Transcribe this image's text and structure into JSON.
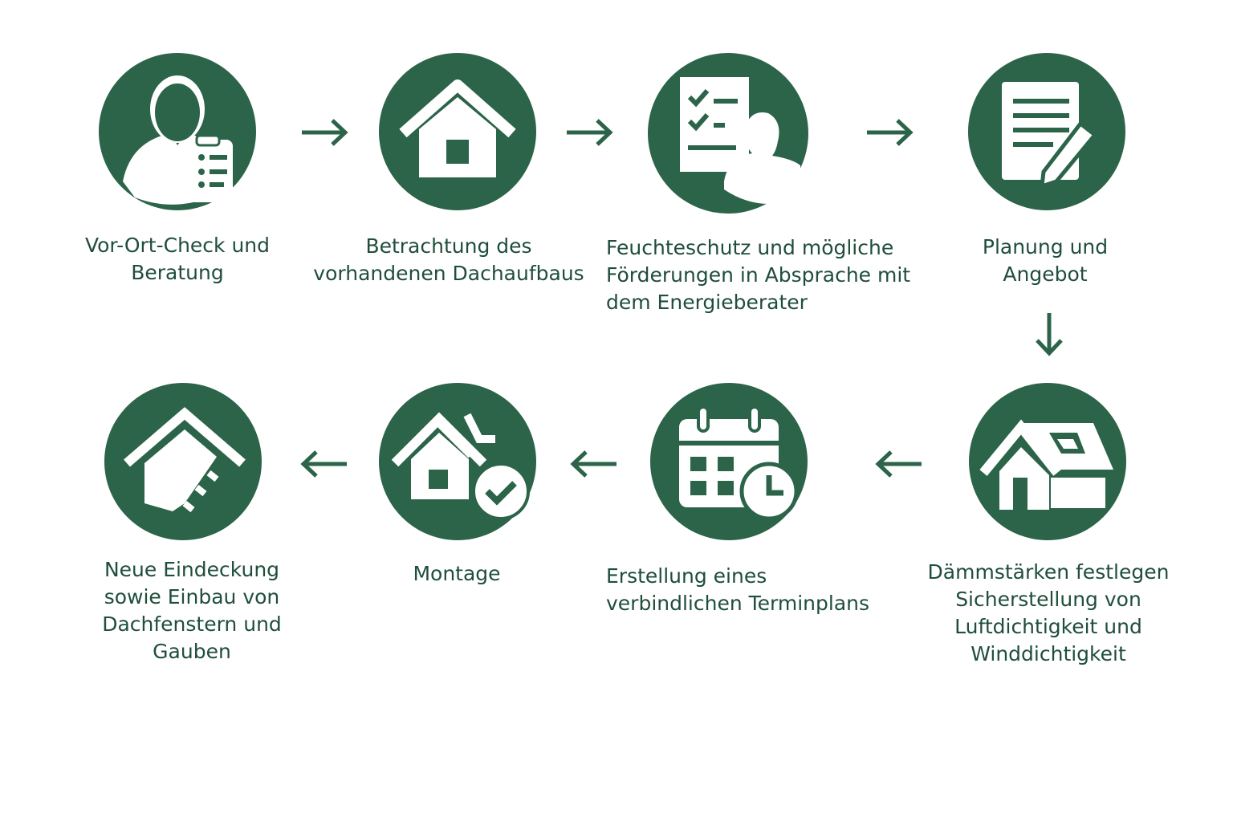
{
  "colors": {
    "primary": "#2c6449",
    "text": "#1f4e3b"
  },
  "steps": [
    {
      "icon": "consultant-clipboard-icon",
      "lines": [
        "Vor-Ort-Check und",
        "Beratung"
      ]
    },
    {
      "icon": "house-icon",
      "lines": [
        "Betrachtung des",
        "vorhandenen Dachaufbaus"
      ]
    },
    {
      "icon": "checklist-person-icon",
      "lines": [
        "Feuchteschutz und mögliche",
        "Förderungen in Absprache mit",
        "dem Energieberater"
      ]
    },
    {
      "icon": "document-pencil-icon",
      "lines": [
        "Planung und",
        "Angebot"
      ]
    },
    {
      "icon": "house-skylight-icon",
      "lines": [
        "Dämmstärken festlegen",
        "Sicherstellung von",
        "Luftdichtigkeit und",
        "Winddichtigkeit"
      ]
    },
    {
      "icon": "calendar-clock-icon",
      "lines": [
        "Erstellung eines",
        "verbindlichen Terminplans"
      ]
    },
    {
      "icon": "house-check-icon",
      "lines": [
        "Montage"
      ]
    },
    {
      "icon": "roof-tiles-icon",
      "lines": [
        "Neue Eindeckung",
        "sowie Einbau von",
        "Dachfenstern und",
        "Gauben"
      ]
    }
  ]
}
